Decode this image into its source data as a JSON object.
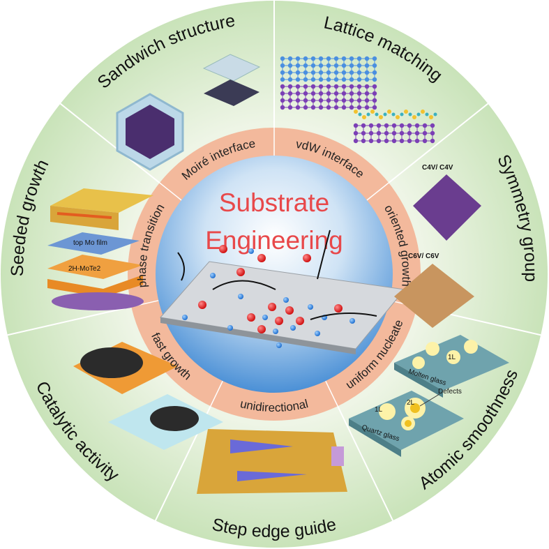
{
  "title": {
    "line1": "Substrate",
    "line2": "Engineering"
  },
  "sectors": [
    {
      "outer": "Lattice matching",
      "inner": "vdW interface"
    },
    {
      "outer": "Symmetry group",
      "inner": "oriented growth"
    },
    {
      "outer": "Atomic smoothness",
      "inner": "uniform nucleate"
    },
    {
      "outer": "Step edge guide",
      "inner": "unidirectional"
    },
    {
      "outer": "Catalytic activity",
      "inner": "fast growth"
    },
    {
      "outer": "Seeded growth",
      "inner": "phase transition"
    },
    {
      "outer": "Sandwich structure",
      "inner": "Moiré interface"
    }
  ],
  "symmetry": {
    "c4": "C4V/ C4V",
    "c6": "C6V/ C6V"
  },
  "seeded": {
    "top": "top Mo film",
    "bottom": "2H-MoTe2"
  },
  "smoothness": {
    "molten": "Molten glass",
    "quartz": "Quartz glass",
    "l1a": "1L",
    "l1b": "1L",
    "l2": "2L",
    "defects": "Defects"
  },
  "colors": {
    "title": "#e8484a",
    "ring": "#f3b99c",
    "outer": "#d6eacb",
    "sphere": "#5d9fdc"
  }
}
